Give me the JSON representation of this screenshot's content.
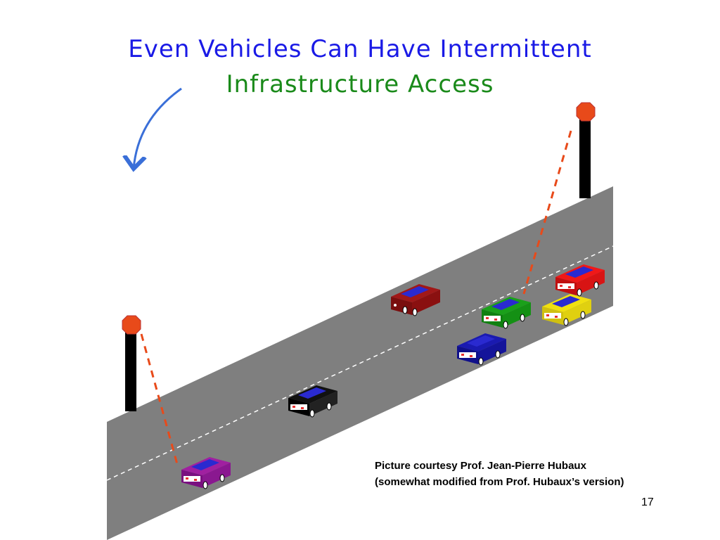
{
  "slide": {
    "title_line1": "Even Vehicles Can Have Intermittent",
    "title_line2": "Infrastructure Access",
    "credit_line1": "Picture courtesy Prof. Jean-Pierre Hubaux",
    "credit_line2": "(somewhat modified from Prof. Hubaux’s version)",
    "page_number": "17"
  },
  "colors": {
    "title_blue": "#1a1ae6",
    "title_green": "#1a8a1a",
    "road": "#7f7f7f",
    "signal_link": "#e84a1a",
    "arrow": "#3a6fd8"
  },
  "scene": {
    "road_icon": "highway-icon",
    "towers": [
      "left-roadside-unit-icon",
      "right-roadside-unit-icon"
    ],
    "cars": [
      "purple",
      "black",
      "maroon",
      "blue",
      "green",
      "yellow",
      "red"
    ]
  }
}
